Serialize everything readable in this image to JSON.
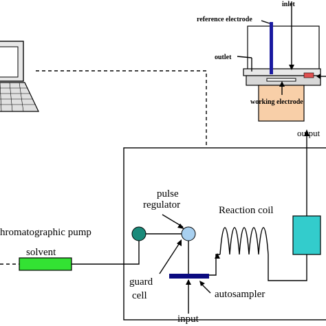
{
  "labels": {
    "reference_electrode": "reference electrode",
    "inlet": "inlet",
    "outlet": "outlet",
    "working_electrode": "working electrode",
    "output": "output",
    "pulse_regulator_line1": "pulse",
    "pulse_regulator_line2": "regulator",
    "reaction_coil": "Reaction coil",
    "chromatographic_pump": "hromatographic pump",
    "solvent": "solvent",
    "guard_cell_line1": "guard",
    "guard_cell_line2": "cell",
    "autosampler": "autosampler",
    "input": "input"
  },
  "colors": {
    "solvent_box": "#33e233",
    "output_box": "#33cccc",
    "pulse_regulator": "#1a8a7a",
    "guard_cell": "#a8d0f0",
    "autosampler_bar": "#0a0a80",
    "reference_electrode": "#1a1aa0",
    "working_electrode_block": "#f8cfa8",
    "red_marker": "#e05050"
  },
  "icons": [
    "computer-monitor-icon",
    "laptop-keyboard-icon"
  ]
}
